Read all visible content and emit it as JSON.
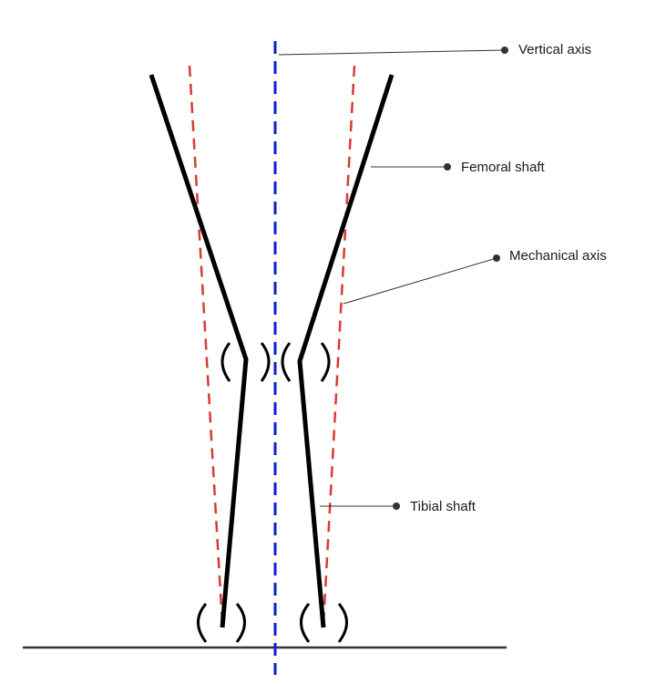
{
  "labels": {
    "vertical_axis": "Vertical axis",
    "femoral_shaft": "Femoral shaft",
    "mechanical_axis": "Mechanical axis",
    "tibial_shaft": "Tibial shaft"
  },
  "colors": {
    "vertical_axis": "#0a1fd6",
    "mechanical_axis": "#d93a32",
    "bone": "#000000",
    "ground": "#333333",
    "leader": "#333333"
  }
}
